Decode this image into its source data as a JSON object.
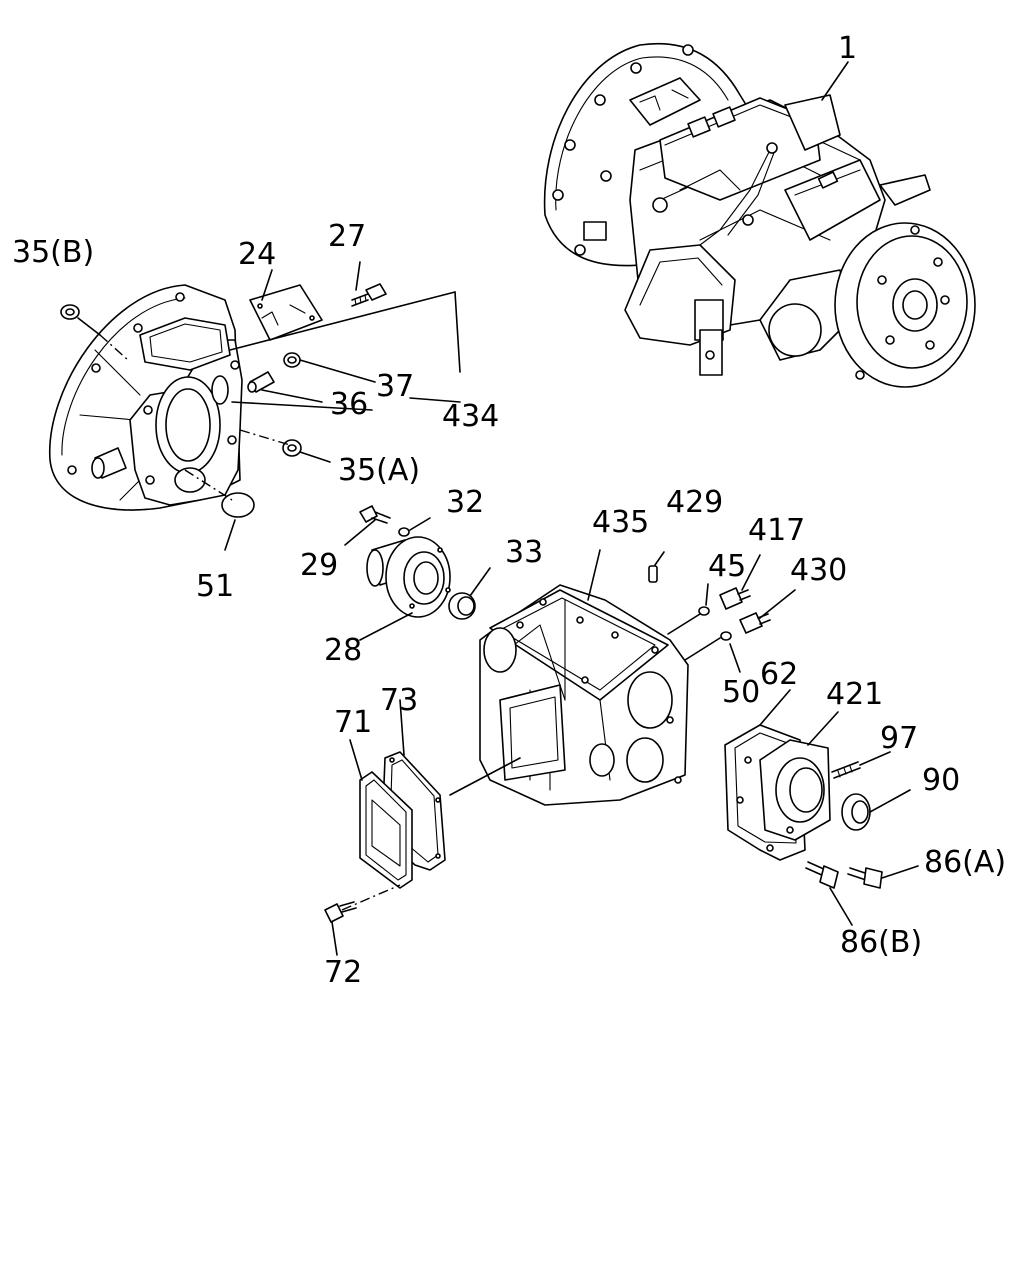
{
  "callouts": [
    {
      "id": "1",
      "text": "1"
    },
    {
      "id": "35B",
      "text": "35(B)"
    },
    {
      "id": "24",
      "text": "24"
    },
    {
      "id": "27",
      "text": "27"
    },
    {
      "id": "37",
      "text": "37"
    },
    {
      "id": "36",
      "text": "36"
    },
    {
      "id": "434",
      "text": "434"
    },
    {
      "id": "35A",
      "text": "35(A)"
    },
    {
      "id": "51",
      "text": "51"
    },
    {
      "id": "32",
      "text": "32"
    },
    {
      "id": "29",
      "text": "29"
    },
    {
      "id": "33",
      "text": "33"
    },
    {
      "id": "28",
      "text": "28"
    },
    {
      "id": "435",
      "text": "435"
    },
    {
      "id": "429",
      "text": "429"
    },
    {
      "id": "45",
      "text": "45"
    },
    {
      "id": "417",
      "text": "417"
    },
    {
      "id": "430",
      "text": "430"
    },
    {
      "id": "50",
      "text": "50"
    },
    {
      "id": "62",
      "text": "62"
    },
    {
      "id": "421",
      "text": "421"
    },
    {
      "id": "97",
      "text": "97"
    },
    {
      "id": "90",
      "text": "90"
    },
    {
      "id": "86A",
      "text": "86(A)"
    },
    {
      "id": "86B",
      "text": "86(B)"
    },
    {
      "id": "73",
      "text": "73"
    },
    {
      "id": "71",
      "text": "71"
    },
    {
      "id": "72",
      "text": "72"
    }
  ]
}
